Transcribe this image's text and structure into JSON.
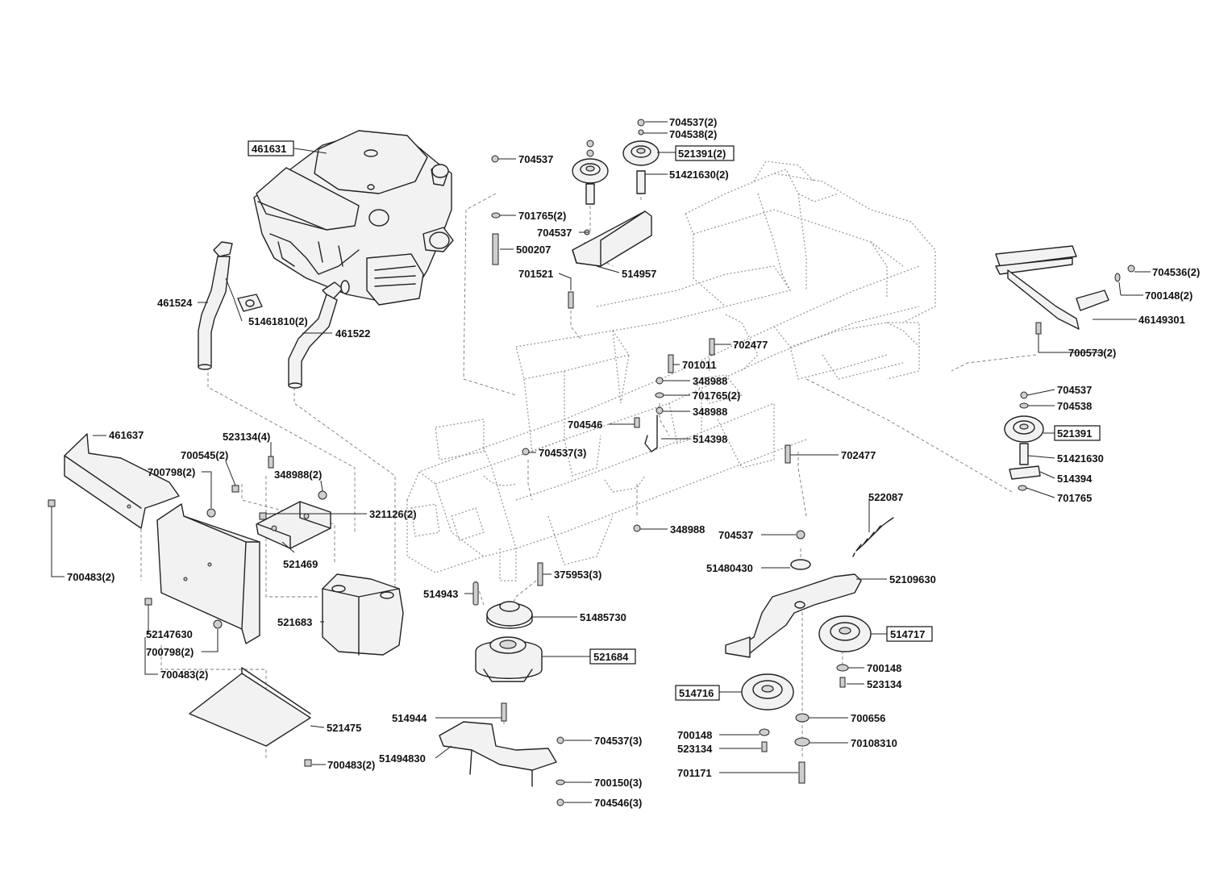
{
  "diagram": {
    "labels": [
      {
        "id": "l1",
        "text": "461631",
        "boxed": true
      },
      {
        "id": "l2",
        "text": "704537(2)",
        "boxed": false
      },
      {
        "id": "l3",
        "text": "704538(2)",
        "boxed": false
      },
      {
        "id": "l4",
        "text": "521391(2)",
        "boxed": true
      },
      {
        "id": "l5",
        "text": "704537",
        "boxed": false
      },
      {
        "id": "l6",
        "text": "51421630(2)",
        "boxed": false
      },
      {
        "id": "l7",
        "text": "701765(2)",
        "boxed": false
      },
      {
        "id": "l8",
        "text": "704537",
        "boxed": false
      },
      {
        "id": "l9",
        "text": "500207",
        "boxed": false
      },
      {
        "id": "l10",
        "text": "514957",
        "boxed": false
      },
      {
        "id": "l11",
        "text": "701521",
        "boxed": false
      },
      {
        "id": "l12",
        "text": "461524",
        "boxed": false
      },
      {
        "id": "l13",
        "text": "51461810(2)",
        "boxed": false
      },
      {
        "id": "l14",
        "text": "461522",
        "boxed": false
      },
      {
        "id": "l15",
        "text": "704536(2)",
        "boxed": false
      },
      {
        "id": "l16",
        "text": "700148(2)",
        "boxed": false
      },
      {
        "id": "l17",
        "text": "46149301",
        "boxed": false
      },
      {
        "id": "l18",
        "text": "700573(2)",
        "boxed": false
      },
      {
        "id": "l19",
        "text": "702477",
        "boxed": false
      },
      {
        "id": "l20",
        "text": "701011",
        "boxed": false
      },
      {
        "id": "l21",
        "text": "348988",
        "boxed": false
      },
      {
        "id": "l22",
        "text": "701765(2)",
        "boxed": false
      },
      {
        "id": "l23",
        "text": "348988",
        "boxed": false
      },
      {
        "id": "l24",
        "text": "704546",
        "boxed": false
      },
      {
        "id": "l25",
        "text": "514398",
        "boxed": false
      },
      {
        "id": "l26",
        "text": "704537(3)",
        "boxed": false
      },
      {
        "id": "l27",
        "text": "702477",
        "boxed": false
      },
      {
        "id": "l28",
        "text": "704537",
        "boxed": false
      },
      {
        "id": "l29",
        "text": "704538",
        "boxed": false
      },
      {
        "id": "l30",
        "text": "521391",
        "boxed": true
      },
      {
        "id": "l31",
        "text": "51421630",
        "boxed": false
      },
      {
        "id": "l32",
        "text": "514394",
        "boxed": false
      },
      {
        "id": "l33",
        "text": "701765",
        "boxed": false
      },
      {
        "id": "l34",
        "text": "461637",
        "boxed": false
      },
      {
        "id": "l35",
        "text": "523134(4)",
        "boxed": false
      },
      {
        "id": "l36",
        "text": "700545(2)",
        "boxed": false
      },
      {
        "id": "l37",
        "text": "700798(2)",
        "boxed": false
      },
      {
        "id": "l38",
        "text": "348988(2)",
        "boxed": false
      },
      {
        "id": "l39",
        "text": "321126(2)",
        "boxed": false
      },
      {
        "id": "l40",
        "text": "521469",
        "boxed": false
      },
      {
        "id": "l41",
        "text": "700483(2)",
        "boxed": false
      },
      {
        "id": "l42",
        "text": "348988",
        "boxed": false
      },
      {
        "id": "l43",
        "text": "522087",
        "boxed": false
      },
      {
        "id": "l44",
        "text": "704537",
        "boxed": false
      },
      {
        "id": "l45",
        "text": "51480430",
        "boxed": false
      },
      {
        "id": "l46",
        "text": "52109630",
        "boxed": false
      },
      {
        "id": "l47",
        "text": "375953(3)",
        "boxed": false
      },
      {
        "id": "l48",
        "text": "514943",
        "boxed": false
      },
      {
        "id": "l49",
        "text": "521683",
        "boxed": false
      },
      {
        "id": "l50",
        "text": "51485730",
        "boxed": false
      },
      {
        "id": "l51",
        "text": "521684",
        "boxed": true
      },
      {
        "id": "l52",
        "text": "52147630",
        "boxed": false
      },
      {
        "id": "l53",
        "text": "700798(2)",
        "boxed": false
      },
      {
        "id": "l54",
        "text": "700483(2)",
        "boxed": false
      },
      {
        "id": "l55",
        "text": "514717",
        "boxed": true
      },
      {
        "id": "l56",
        "text": "700148",
        "boxed": false
      },
      {
        "id": "l57",
        "text": "523134",
        "boxed": false
      },
      {
        "id": "l58",
        "text": "514716",
        "boxed": true
      },
      {
        "id": "l59",
        "text": "700656",
        "boxed": false
      },
      {
        "id": "l60",
        "text": "514944",
        "boxed": false
      },
      {
        "id": "l61",
        "text": "521475",
        "boxed": false
      },
      {
        "id": "l62",
        "text": "700148",
        "boxed": false
      },
      {
        "id": "l63",
        "text": "523134",
        "boxed": false
      },
      {
        "id": "l64",
        "text": "70108310",
        "boxed": false
      },
      {
        "id": "l65",
        "text": "704537(3)",
        "boxed": false
      },
      {
        "id": "l66",
        "text": "51494830",
        "boxed": false
      },
      {
        "id": "l67",
        "text": "700483(2)",
        "boxed": false
      },
      {
        "id": "l68",
        "text": "701171",
        "boxed": false
      },
      {
        "id": "l69",
        "text": "700150(3)",
        "boxed": false
      },
      {
        "id": "l70",
        "text": "704546(3)",
        "boxed": false
      }
    ]
  }
}
